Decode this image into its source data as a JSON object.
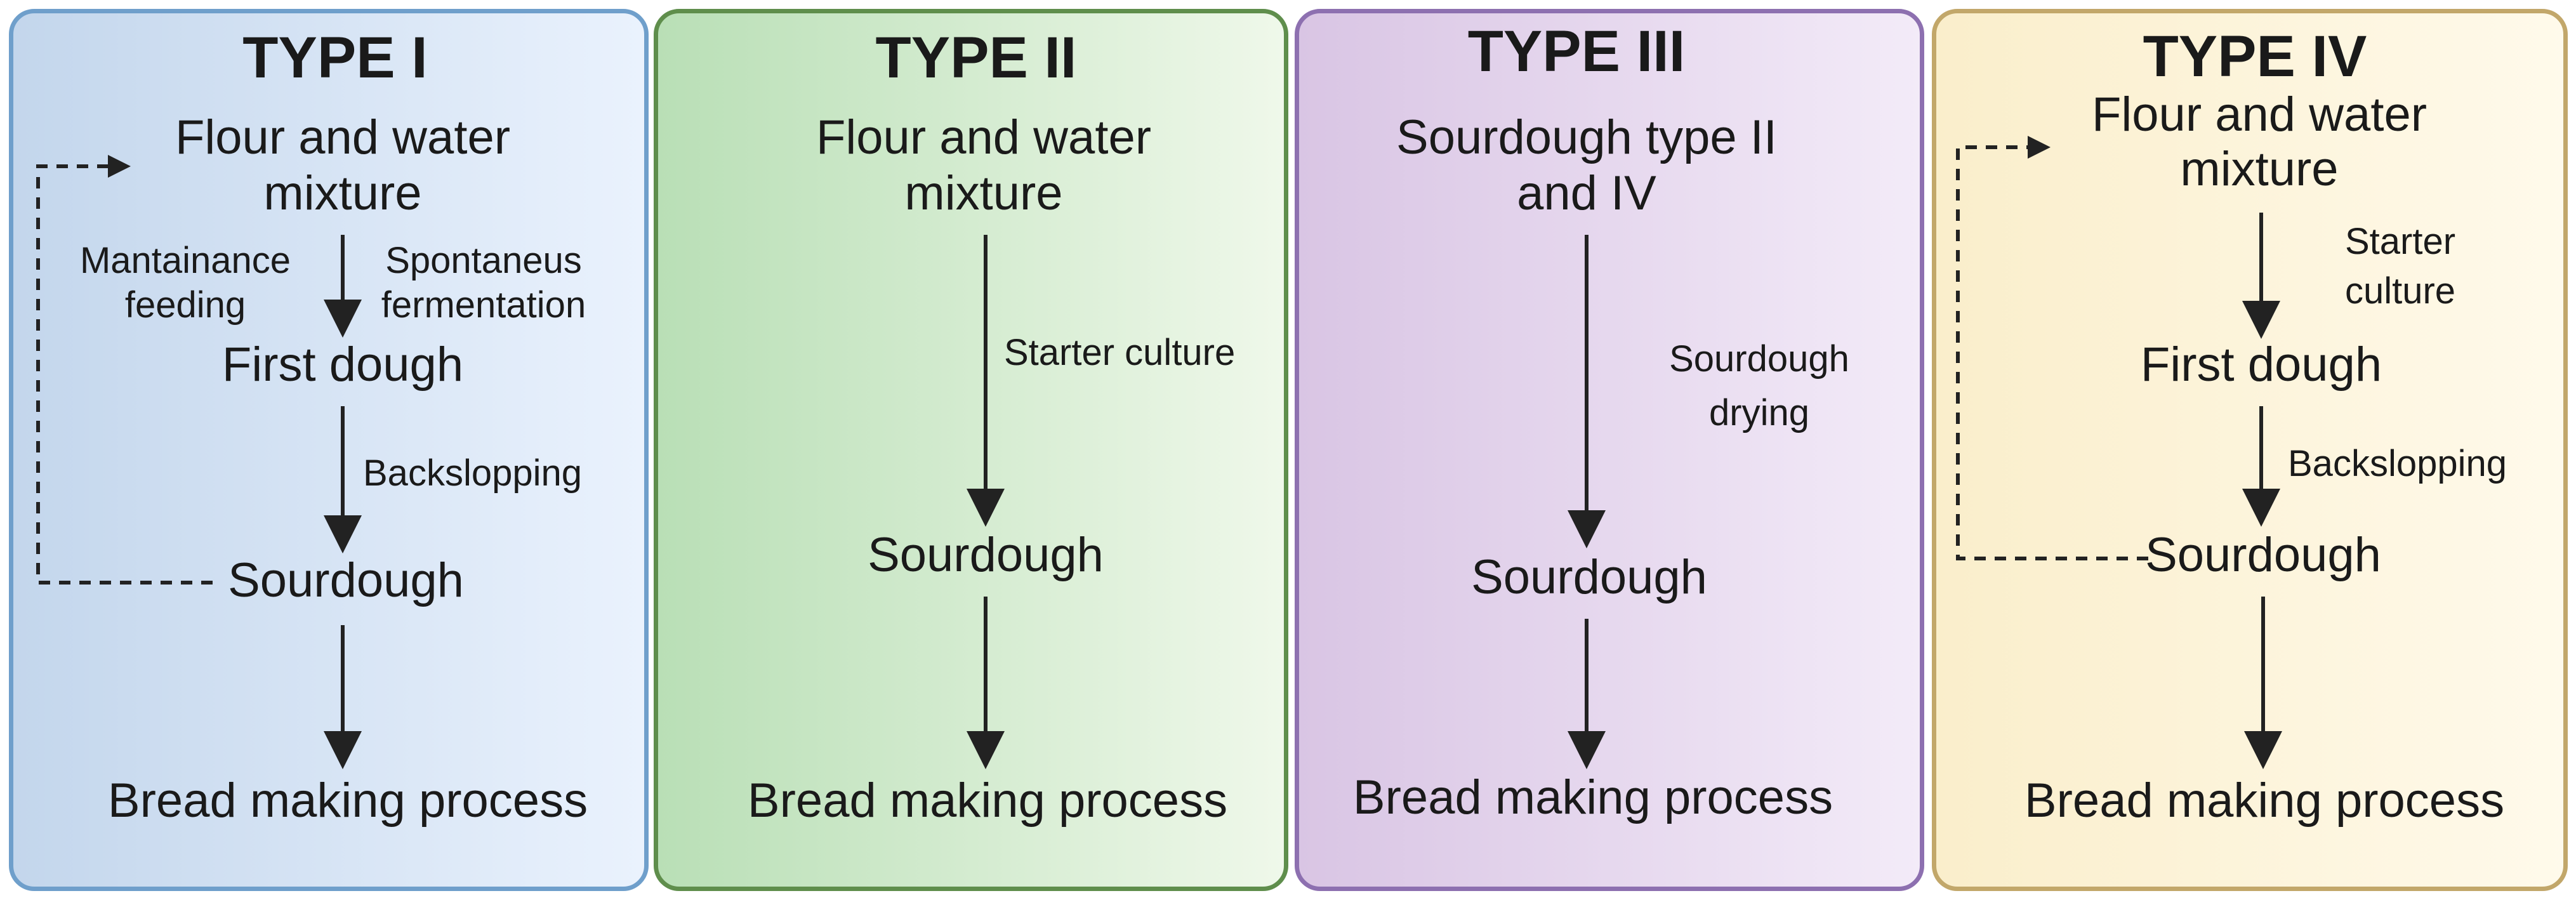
{
  "panels": [
    {
      "title": "TYPE I",
      "color": "#6f9fcb",
      "flour_line1": "Flour and water",
      "flour_line2": "mixture",
      "left_label_line1": "Mantainance",
      "left_label_line2": "feeding",
      "right_label_line1": "Spontaneus",
      "right_label_line2": "fermentation",
      "first_dough": "First dough",
      "step_label": "Backslopping",
      "sourdough": "Sourdough",
      "bread": "Bread making process"
    },
    {
      "title": "TYPE II",
      "color": "#5f8e4c",
      "flour_line1": "Flour and water",
      "flour_line2": "mixture",
      "step_label": "Starter culture",
      "sourdough": "Sourdough",
      "bread": "Bread making process"
    },
    {
      "title": "TYPE III",
      "color": "#8d70b0",
      "start_line1": "Sourdough type II",
      "start_line2": "and IV",
      "step_label_line1": "Sourdough",
      "step_label_line2": "drying",
      "sourdough": "Sourdough",
      "bread": "Bread making process"
    },
    {
      "title": "TYPE IV",
      "color": "#c2a76a",
      "flour_line1": "Flour and water",
      "flour_line2": "mixture",
      "starter_line1": "Starter",
      "starter_line2": "culture",
      "first_dough": "First dough",
      "step_label": "Backslopping",
      "sourdough": "Sourdough",
      "bread": "Bread making process"
    }
  ]
}
